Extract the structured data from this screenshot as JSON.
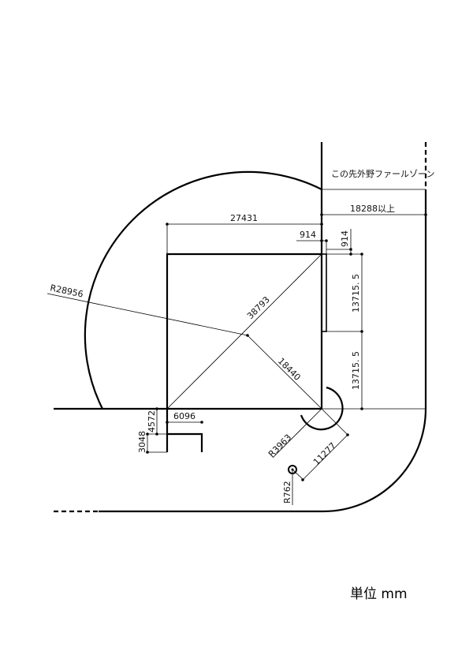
{
  "labels": {
    "foul_zone": "この先外野ファールゾーン",
    "foul_width": "18288以上",
    "base_path": "27431",
    "bag_width_h": "914",
    "bag_width_v": "914",
    "first_half": "13715. 5",
    "second_half": "13715. 5",
    "outfield_radius": "R28956",
    "diagonal": "38793",
    "center_to_home": "18440",
    "home_circle_radius": "R3963",
    "home_to_mound": "11277",
    "mound_radius": "R762",
    "box_width": "6096",
    "box_offset": "4572",
    "box_depth": "3048"
  },
  "unit_label": "単位 mm"
}
